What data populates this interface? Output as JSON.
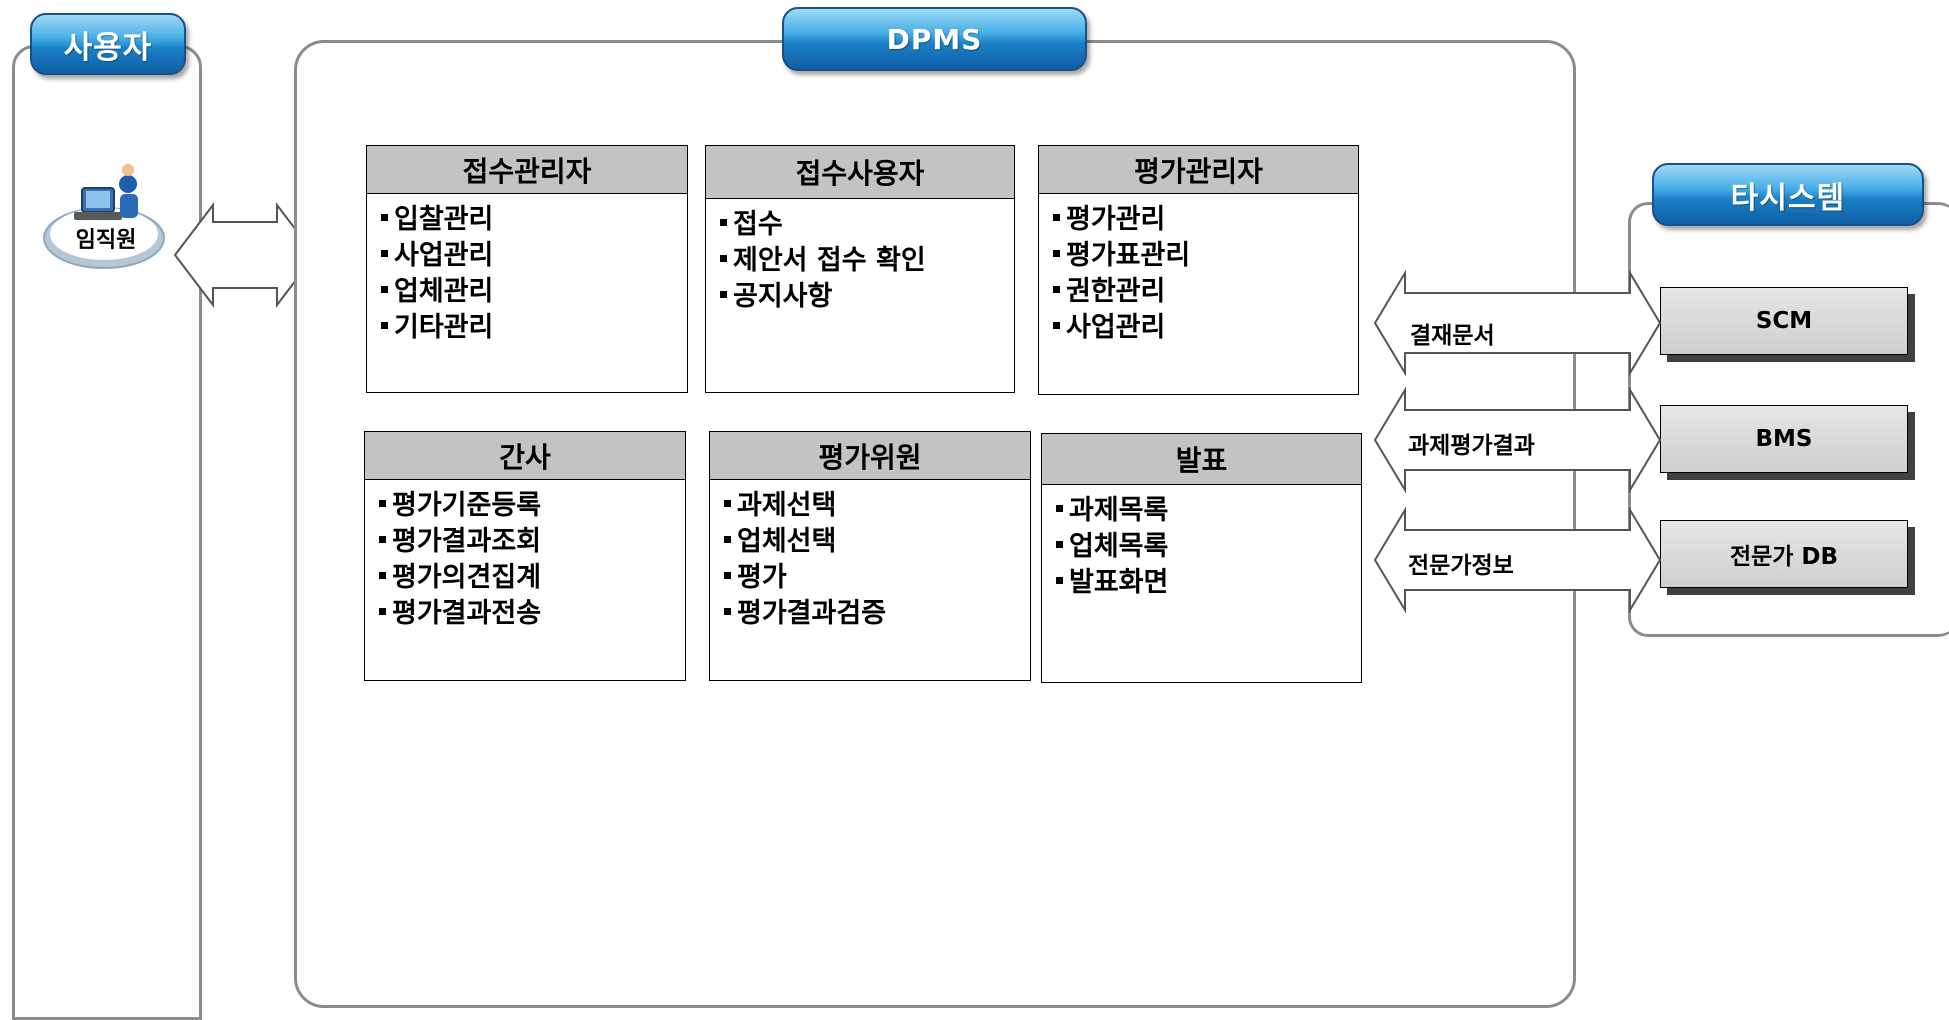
{
  "user_panel": {
    "title": "사용자",
    "employee_label": "임직원"
  },
  "dpms_panel": {
    "title": "DPMS",
    "boxes": [
      {
        "title": "접수관리자",
        "items": [
          "입찰관리",
          "사업관리",
          "업체관리",
          "기타관리"
        ]
      },
      {
        "title": "접수사용자",
        "items": [
          "접수",
          "제안서 접수 확인",
          "공지사항"
        ]
      },
      {
        "title": "평가관리자",
        "items": [
          "평가관리",
          "평가표관리",
          "권한관리",
          "사업관리"
        ]
      },
      {
        "title": "간사",
        "items": [
          "평가기준등록",
          "평가결과조회",
          "평가의견집계",
          "평가결과전송"
        ]
      },
      {
        "title": "평가위원",
        "items": [
          "과제선택",
          "업체선택",
          "평가",
          "평가결과검증"
        ]
      },
      {
        "title": "발표",
        "items": [
          "과제목록",
          "업체목록",
          "발표화면"
        ]
      }
    ]
  },
  "other_panel": {
    "title": "타시스템",
    "systems": [
      "SCM",
      "BMS",
      "전문가 DB"
    ]
  },
  "flows": [
    "결재문서",
    "과제평가결과",
    "전문가정보"
  ],
  "colors": {
    "header_blue": "#1b7fc6",
    "box_header_gray": "#c3c3c3",
    "panel_border": "#8c8c8c"
  }
}
